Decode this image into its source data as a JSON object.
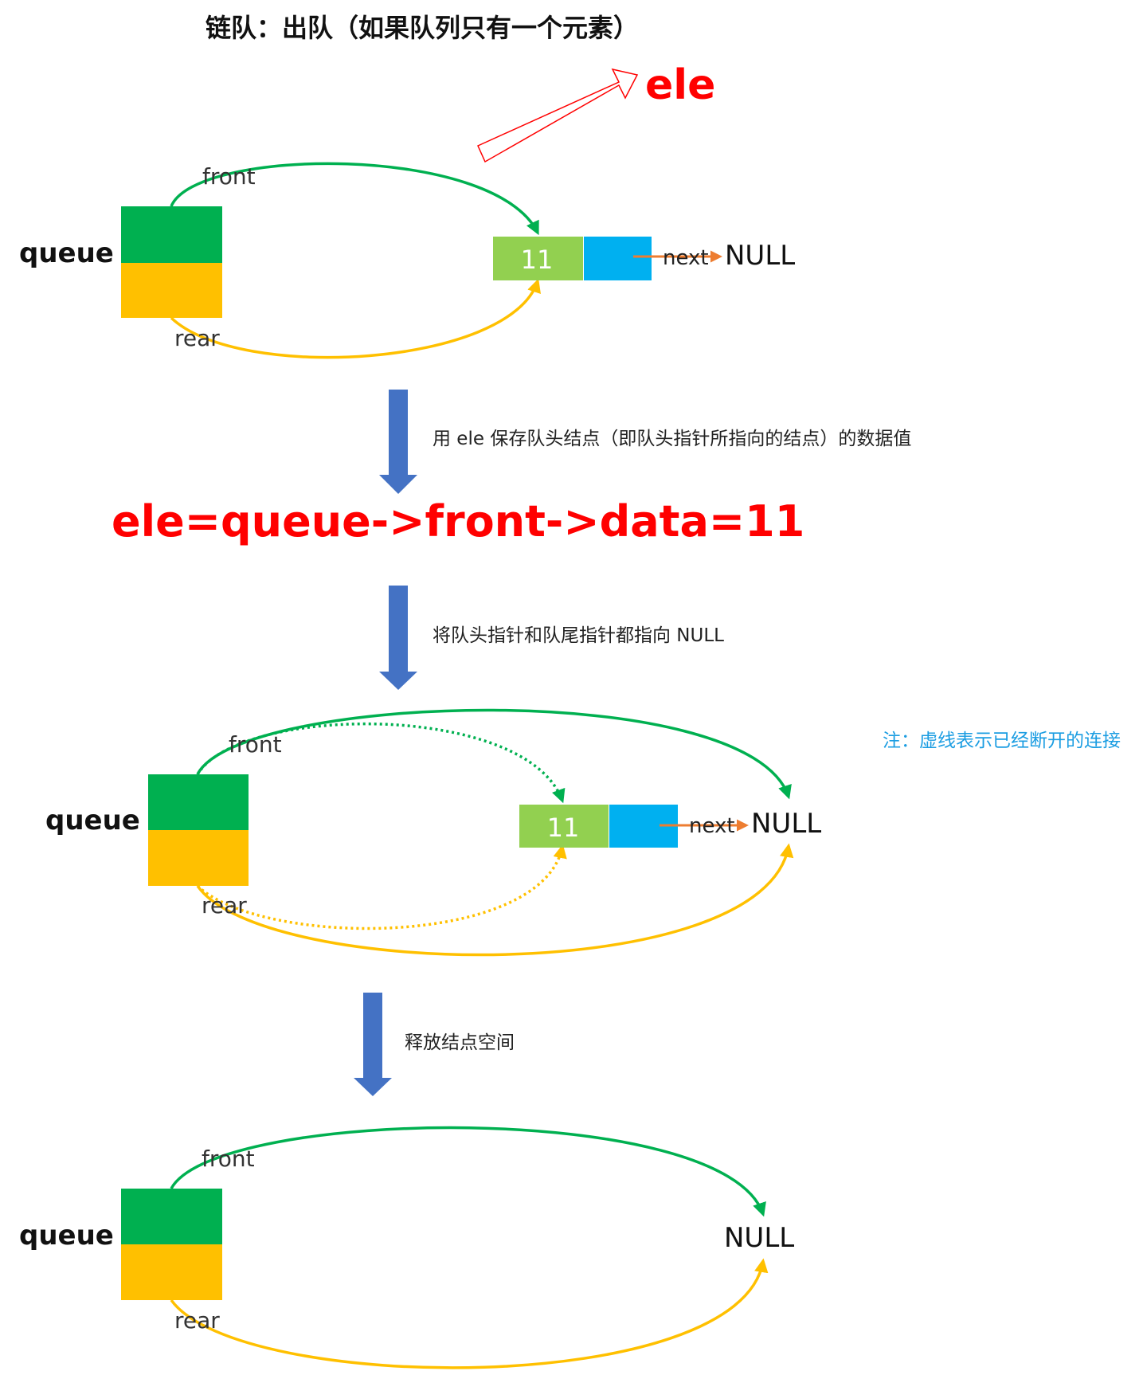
{
  "title": "链队：出队（如果队列只有一个元素）",
  "ele_label": "ele",
  "expression": "ele=queue->front->data=11",
  "steps": [
    "用 ele 保存队头结点（即队头指针所指向的结点）的数据值",
    "将队头指针和队尾指针都指向 NULL",
    "释放结点空间"
  ],
  "note": "注：虚线表示已经断开的连接",
  "labels": {
    "queue": "queue",
    "front": "front",
    "rear": "rear",
    "next": "next",
    "null": "NULL",
    "node_value": "11"
  },
  "colors": {
    "front": "#00b050",
    "rear": "#ffc000",
    "node_data": "#92d050",
    "node_next": "#00b0f0",
    "next_arrow": "#ed7d31",
    "step_arrow": "#4472c4",
    "highlight": "#ff0000",
    "note": "#1b9de2"
  }
}
